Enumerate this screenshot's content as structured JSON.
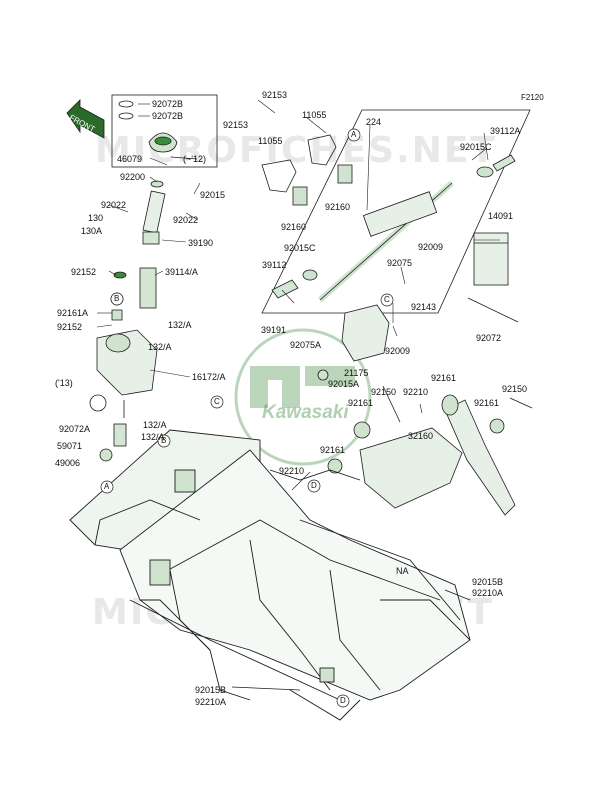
{
  "page_code": "F2120",
  "front_label": "FRONT",
  "logo_text": "Kawasaki",
  "watermarks": [
    "MICROFICHES.NET",
    "MICROFICHES.NET"
  ],
  "colors": {
    "parts": "#3c8a3c",
    "line": "#1d1d1d",
    "watermark": "#9a9a9a"
  },
  "letter_markers": [
    "A",
    "B",
    "C",
    "D"
  ],
  "labels": [
    {
      "id": "l1",
      "text": "92072B"
    },
    {
      "id": "l2",
      "text": "92072B"
    },
    {
      "id": "l3",
      "text": "46079"
    },
    {
      "id": "l4",
      "text": "(~'12)"
    },
    {
      "id": "l5",
      "text": "92200"
    },
    {
      "id": "l6",
      "text": "92015"
    },
    {
      "id": "l7",
      "text": "92022"
    },
    {
      "id": "l8",
      "text": "130"
    },
    {
      "id": "l9",
      "text": "92022"
    },
    {
      "id": "l10",
      "text": "130A"
    },
    {
      "id": "l11",
      "text": "39190"
    },
    {
      "id": "l12",
      "text": "92152"
    },
    {
      "id": "l13",
      "text": "39114/A"
    },
    {
      "id": "l14",
      "text": "92161A"
    },
    {
      "id": "l15",
      "text": "132/A"
    },
    {
      "id": "l16",
      "text": "92152"
    },
    {
      "id": "l17",
      "text": "132/A"
    },
    {
      "id": "l18",
      "text": "16172/A"
    },
    {
      "id": "l19",
      "text": "('13)"
    },
    {
      "id": "l20",
      "text": "92072A"
    },
    {
      "id": "l21",
      "text": "132/A"
    },
    {
      "id": "l22",
      "text": "59071"
    },
    {
      "id": "l23",
      "text": "132/A"
    },
    {
      "id": "l24",
      "text": "49006"
    },
    {
      "id": "l25",
      "text": "92153"
    },
    {
      "id": "l26",
      "text": "11055"
    },
    {
      "id": "l27",
      "text": "92153"
    },
    {
      "id": "l28",
      "text": "11055"
    },
    {
      "id": "l29",
      "text": "224"
    },
    {
      "id": "l30",
      "text": "39112A"
    },
    {
      "id": "l31",
      "text": "92015C"
    },
    {
      "id": "l32",
      "text": "92160"
    },
    {
      "id": "l33",
      "text": "92160"
    },
    {
      "id": "l34",
      "text": "92015C"
    },
    {
      "id": "l35",
      "text": "92009"
    },
    {
      "id": "l36",
      "text": "14091"
    },
    {
      "id": "l37",
      "text": "39112"
    },
    {
      "id": "l38",
      "text": "92075"
    },
    {
      "id": "l39",
      "text": "92143"
    },
    {
      "id": "l40",
      "text": "39191"
    },
    {
      "id": "l41",
      "text": "92009"
    },
    {
      "id": "l42",
      "text": "92072"
    },
    {
      "id": "l43",
      "text": "92075A"
    },
    {
      "id": "l44",
      "text": "21175"
    },
    {
      "id": "l45",
      "text": "92015A"
    },
    {
      "id": "l46",
      "text": "92150"
    },
    {
      "id": "l47",
      "text": "92210"
    },
    {
      "id": "l48",
      "text": "92161"
    },
    {
      "id": "l49",
      "text": "92150"
    },
    {
      "id": "l50",
      "text": "92161"
    },
    {
      "id": "l51",
      "text": "92161"
    },
    {
      "id": "l52",
      "text": "32160"
    },
    {
      "id": "l53",
      "text": "92161"
    },
    {
      "id": "l54",
      "text": "92210"
    },
    {
      "id": "l55",
      "text": "NA"
    },
    {
      "id": "l56",
      "text": "92015B"
    },
    {
      "id": "l57",
      "text": "92210A"
    },
    {
      "id": "l58",
      "text": "92015B"
    },
    {
      "id": "l59",
      "text": "92210A"
    }
  ]
}
